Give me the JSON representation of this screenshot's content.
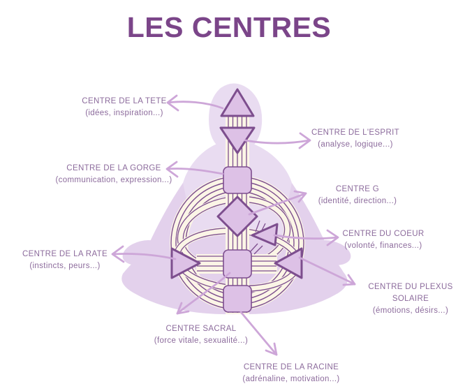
{
  "title": "LES CENTRES",
  "colors": {
    "title_purple": "#7b4589",
    "label_purple": "#8c6b9c",
    "arrow_purple": "#cda6d8",
    "shape_fill": "#ddc1e6",
    "shape_stroke": "#7d4e8e",
    "channel_cream": "#fbf5e6",
    "silhouette_light": "#e9dcf1",
    "silhouette_dark": "#e3d1ec"
  },
  "centers": [
    {
      "id": "tete",
      "name": "CENTRE DE LA TETE",
      "sub": "(idées, inspiration...)"
    },
    {
      "id": "esprit",
      "name": "CENTRE DE L'ESPRIT",
      "sub": "(analyse, logique...)"
    },
    {
      "id": "gorge",
      "name": "CENTRE DE LA GORGE",
      "sub": "(communication, expression...)"
    },
    {
      "id": "g",
      "name": "CENTRE G",
      "sub": "(identité, direction...)"
    },
    {
      "id": "coeur",
      "name": "CENTRE DU COEUR",
      "sub": "(volonté, finances...)"
    },
    {
      "id": "rate",
      "name": "CENTRE DE LA RATE",
      "sub": "(instincts, peurs...)"
    },
    {
      "id": "plexus",
      "name": "CENTRE DU PLEXUS SOLAIRE",
      "sub": "(émotions, désirs...)"
    },
    {
      "id": "sacral",
      "name": "CENTRE SACRAL",
      "sub": "(force vitale, sexualité...)"
    },
    {
      "id": "racine",
      "name": "CENTRE DE LA RACINE",
      "sub": "(adrénaline, motivation...)"
    }
  ]
}
